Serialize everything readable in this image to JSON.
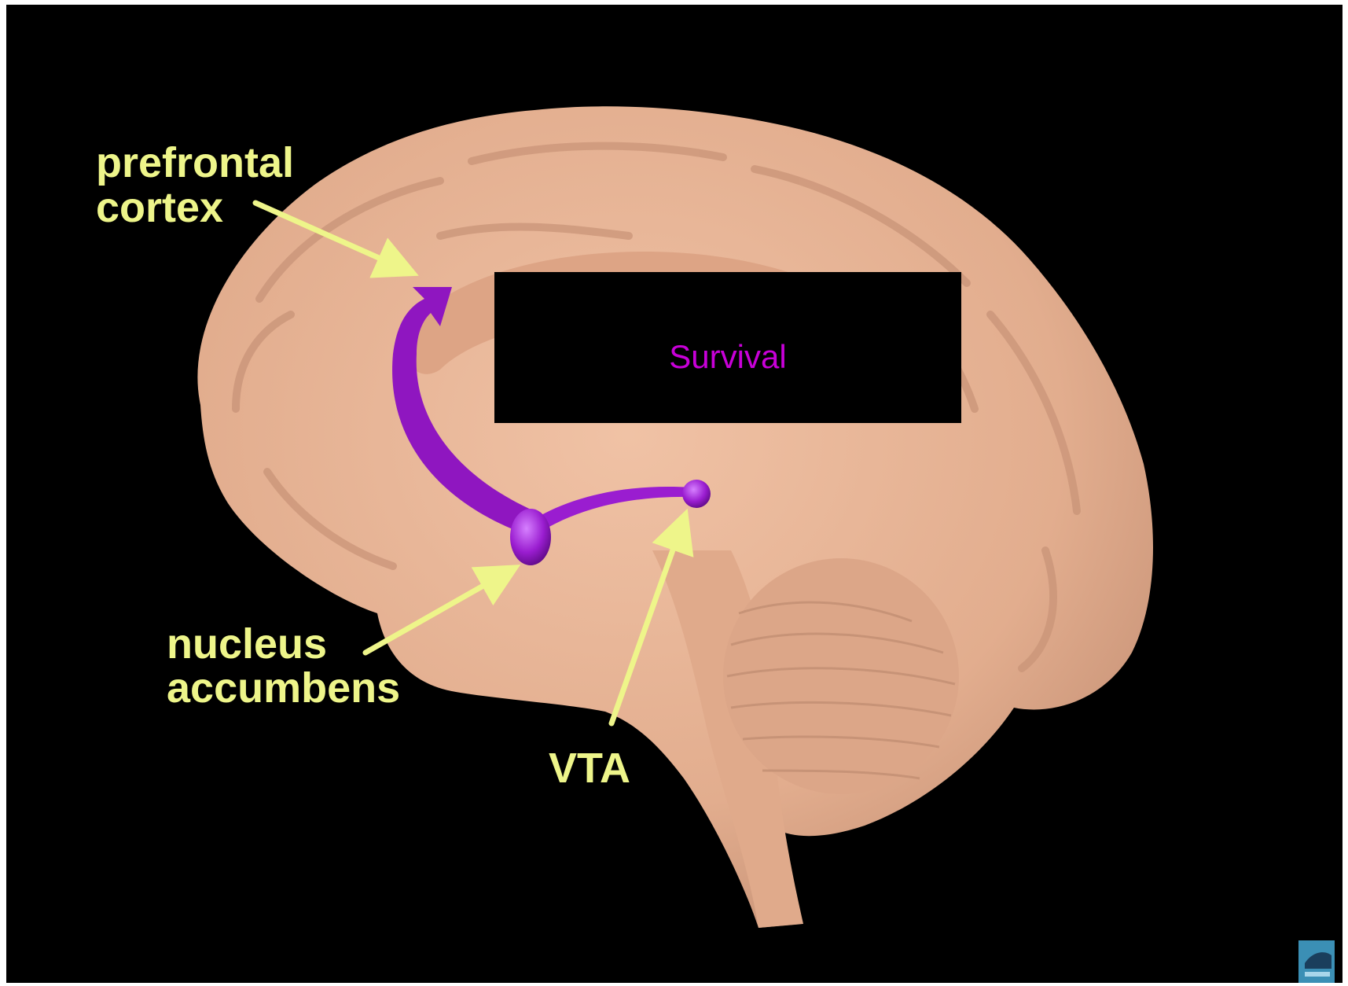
{
  "labels": {
    "prefrontal_line1": "prefrontal",
    "prefrontal_line2": "cortex",
    "nucleus_line1": "nucleus",
    "nucleus_line2": "accumbens",
    "vta": "VTA"
  },
  "overlay_box": {
    "text": "Survival"
  },
  "colors": {
    "background": "#000000",
    "brain": "#e8b597",
    "brain_shadow": "#c99478",
    "pathway": "#9013c0",
    "pathway_highlight": "#c23cf0",
    "label": "#eef58a",
    "box_text": "#c800d8"
  }
}
